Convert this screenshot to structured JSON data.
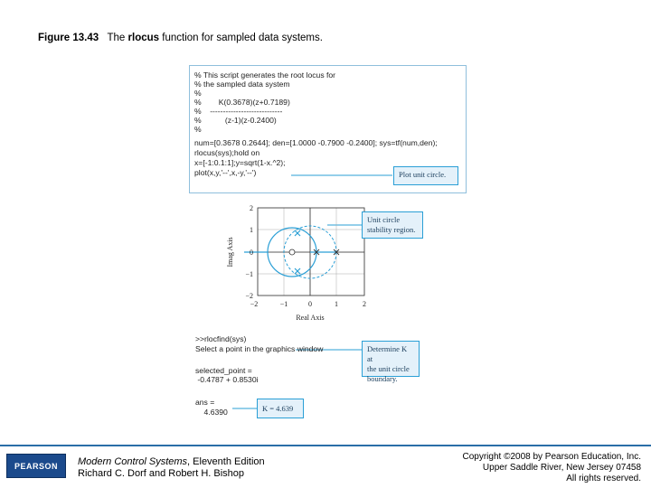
{
  "figure": {
    "number": "Figure 13.43",
    "text_before": "The",
    "function_name": "rlocus",
    "text_after": "function for sampled data systems."
  },
  "script_lines": [
    "% This script generates the root locus for",
    "% the sampled data system",
    "%",
    "%        K(0.3678)(z+0.7189)",
    "%    ----------------------------",
    "%           (z-1)(z-0.2400)",
    "%",
    "num=[0.3678 0.2644]; den=[1.0000 -0.7900 -0.2400]; sys=tf(num,den);",
    "rlocus(sys);hold on",
    "x=[-1:0.1:1];y=sqrt(1-x.^2);",
    "plot(x,y,'--',x,-y,'--')"
  ],
  "callouts": {
    "plot_unit_circle": "Plot unit circle.",
    "unit_circle": [
      "Unit circle",
      "stability region."
    ],
    "determine_k": [
      "Determine K at",
      "the unit circle",
      "boundary."
    ],
    "k_value": "K = 4.639"
  },
  "plot": {
    "ylabel": "Imag Axis",
    "xlabel": "Real Axis",
    "x_ticks": [
      "−2",
      "−1",
      "0",
      "1",
      "2"
    ],
    "y_ticks": [
      "2",
      "1",
      "0",
      "−1",
      "−2"
    ]
  },
  "command_lines": [
    ">>rlocfind(sys)",
    "Select a point in the graphics window",
    "",
    "selected_point =",
    " -0.4787 + 0.8530i",
    "",
    "ans =",
    "    4.6390"
  ],
  "footer": {
    "logo": "PEARSON",
    "book_title": "Modern Control Systems",
    "edition": ", Eleventh Edition",
    "authors": "Richard C. Dorf and Robert H. Bishop",
    "copyright_lines": [
      "Copyright ©2008 by Pearson Education, Inc.",
      "Upper Saddle River, New Jersey 07458",
      "All rights reserved."
    ]
  },
  "colors": {
    "accent": "#2a9fd6",
    "locus": "#2a9fd6",
    "brand": "#1b4a8c"
  }
}
